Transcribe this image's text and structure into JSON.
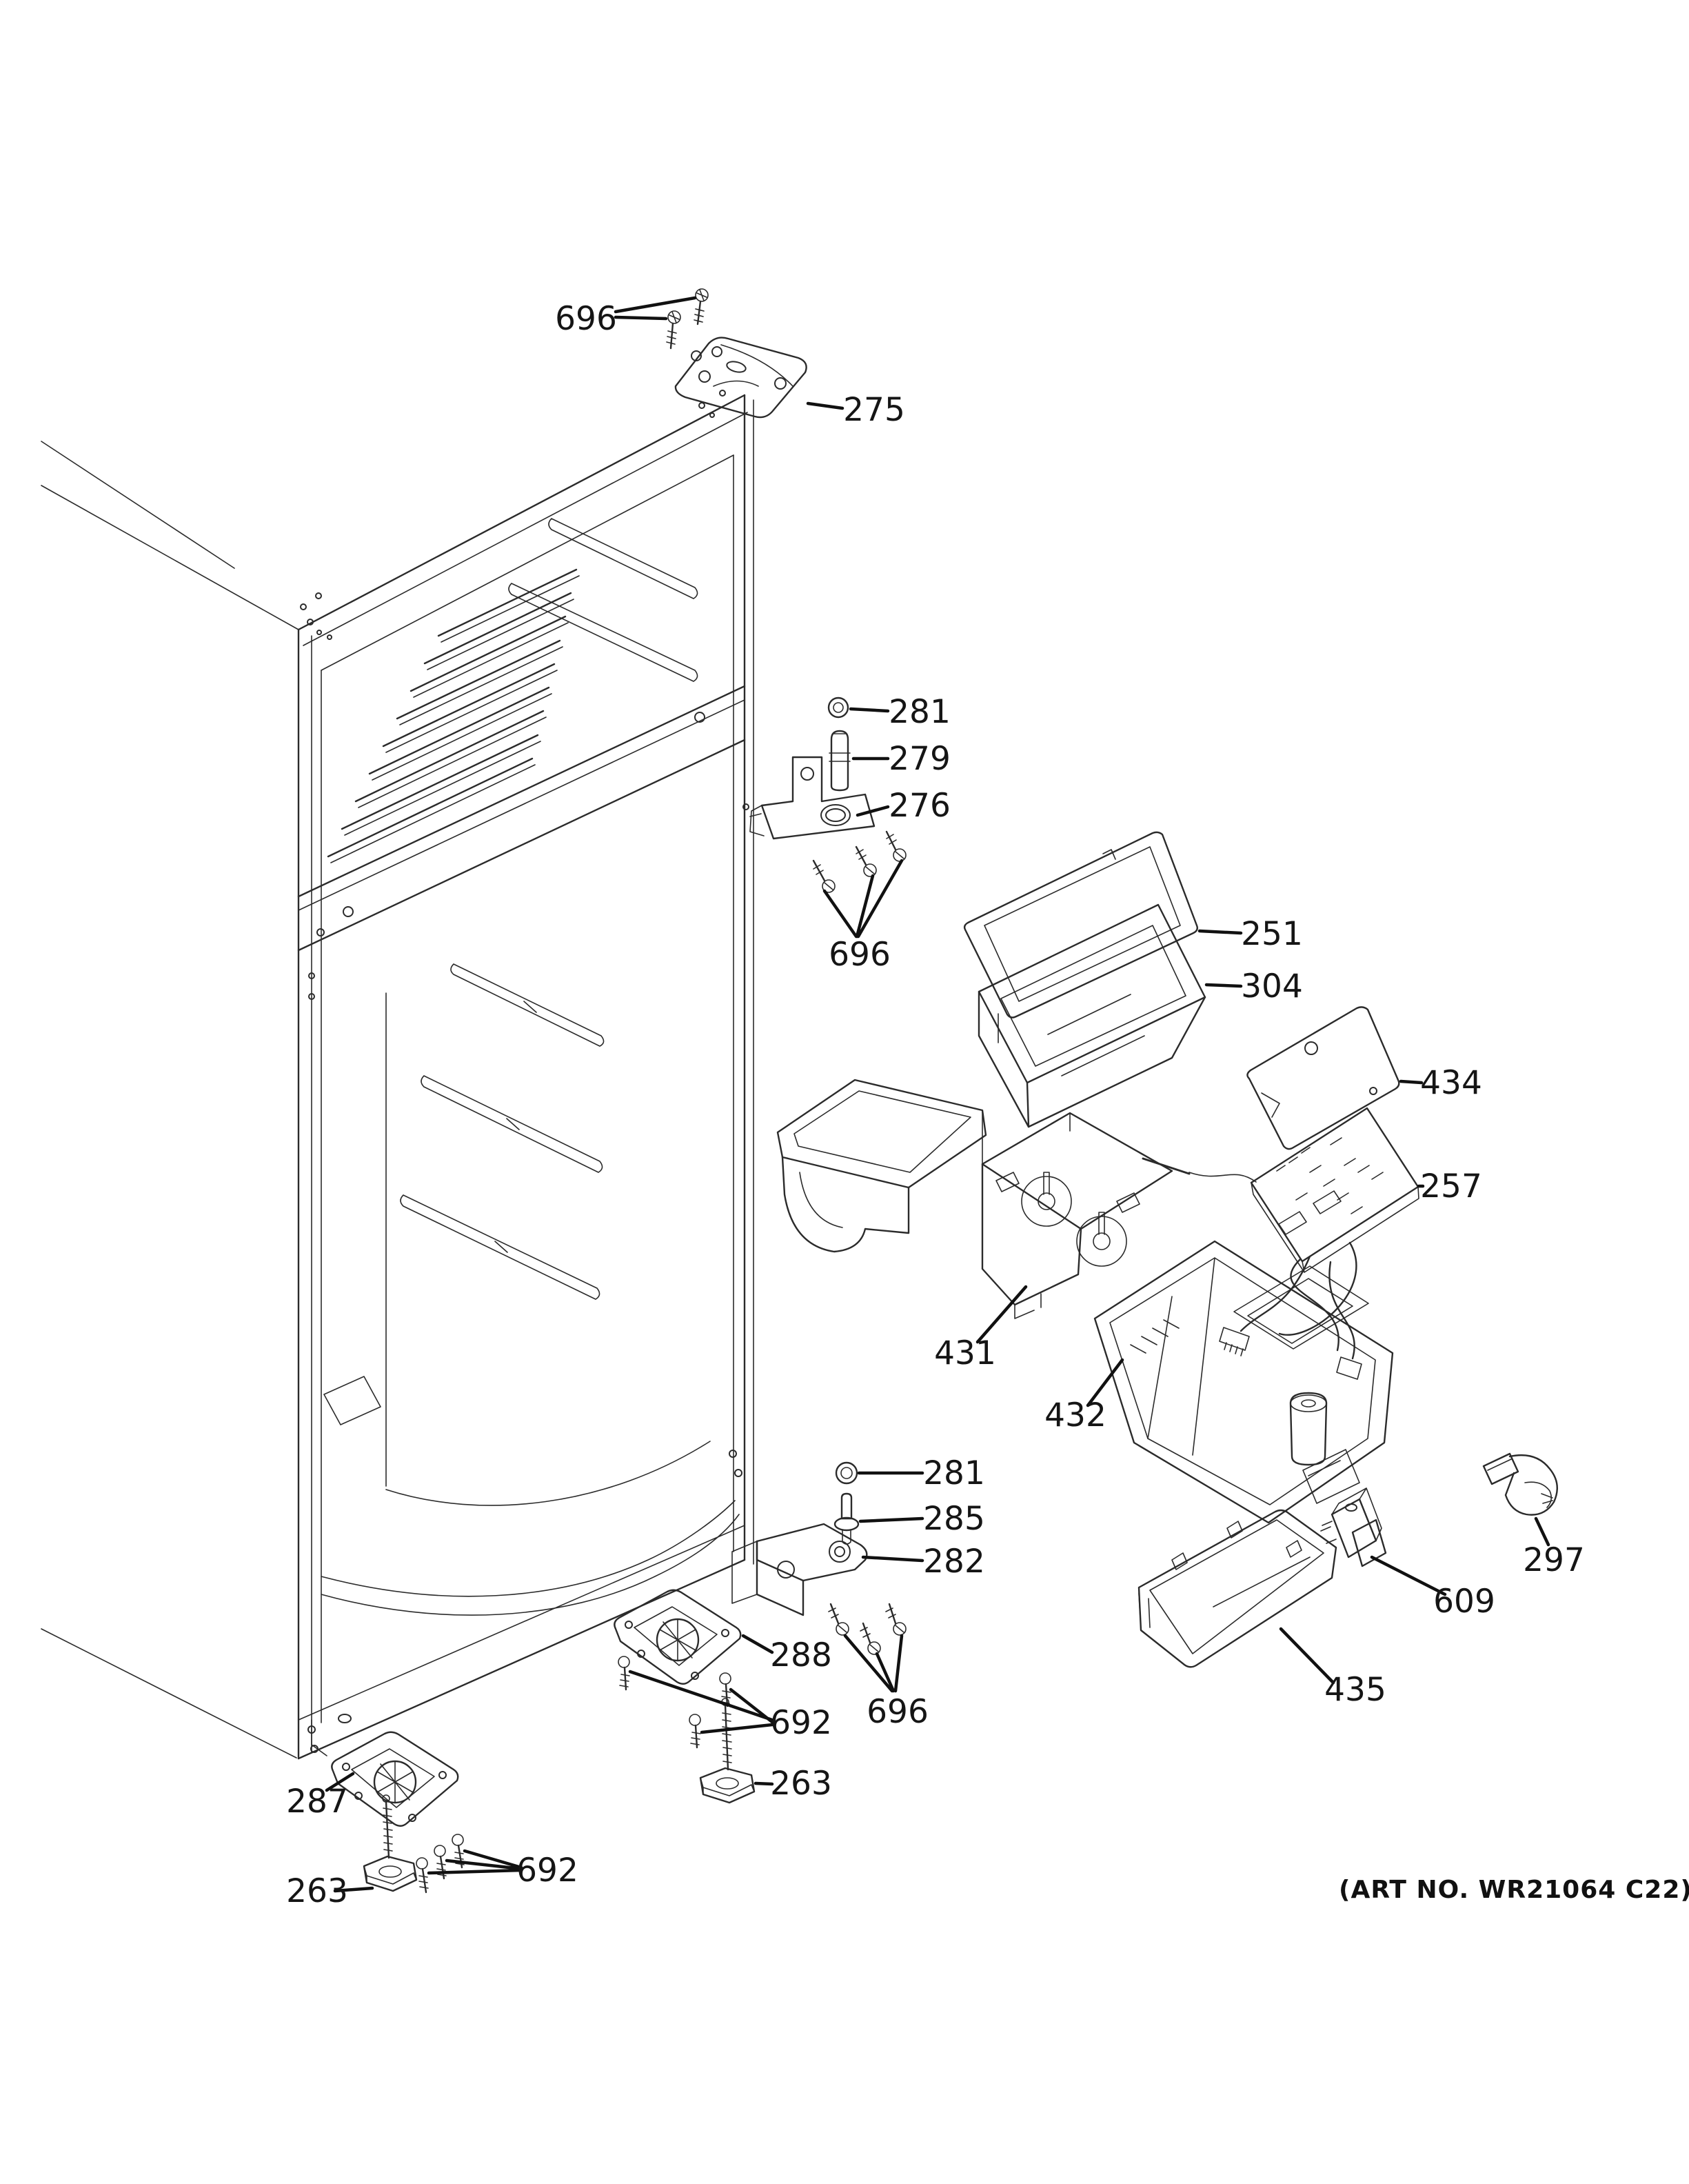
{
  "figure": {
    "art_no": "(ART NO. WR21064 C22)",
    "callouts": [
      {
        "label": "696",
        "part": "top-hinge-screws"
      },
      {
        "label": "275",
        "part": "top-hinge-bracket"
      },
      {
        "label": "281",
        "part": "grommet-upper"
      },
      {
        "label": "279",
        "part": "temperature-sensor"
      },
      {
        "label": "276",
        "part": "sensor-bracket"
      },
      {
        "label": "696",
        "part": "sensor-bracket-screws"
      },
      {
        "label": "251",
        "part": "damper-gasket"
      },
      {
        "label": "304",
        "part": "damper-housing"
      },
      {
        "label": "434",
        "part": "board-cover"
      },
      {
        "label": "257",
        "part": "control-board-with-harness"
      },
      {
        "label": "431",
        "part": "air-duct-upper"
      },
      {
        "label": "432",
        "part": "air-duct-housing"
      },
      {
        "label": "281",
        "part": "grommet-lower"
      },
      {
        "label": "285",
        "part": "hinge-pin"
      },
      {
        "label": "282",
        "part": "bottom-hinge-bracket"
      },
      {
        "label": "696",
        "part": "bottom-hinge-screws"
      },
      {
        "label": "288",
        "part": "roller-assembly-right"
      },
      {
        "label": "692",
        "part": "roller-screws-right"
      },
      {
        "label": "263",
        "part": "leveling-leg-right"
      },
      {
        "label": "287",
        "part": "roller-assembly-left"
      },
      {
        "label": "692",
        "part": "roller-screws-left"
      },
      {
        "label": "263",
        "part": "leveling-leg-left"
      },
      {
        "label": "435",
        "part": "duct-cover-tray"
      },
      {
        "label": "609",
        "part": "rocker-switch"
      },
      {
        "label": "297",
        "part": "control-knob"
      }
    ]
  }
}
